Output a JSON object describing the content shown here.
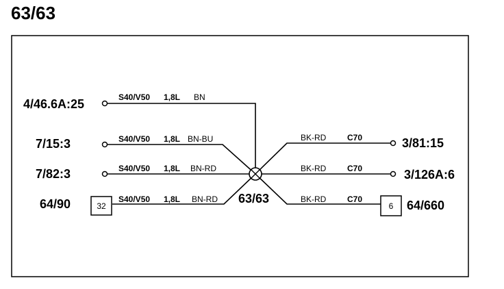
{
  "diagram_title": "63/63",
  "splice": {
    "label": "63/63"
  },
  "left_connections": [
    {
      "connector": "4/46.6A:25",
      "variant": "S40/V50",
      "engine": "1,8L",
      "color": "BN"
    },
    {
      "connector": "7/15:3",
      "variant": "S40/V50",
      "engine": "1,8L",
      "color": "BN-BU"
    },
    {
      "connector": "7/82:3",
      "variant": "S40/V50",
      "engine": "1,8L",
      "color": "BN-RD"
    },
    {
      "connector": "64/90",
      "pin": "32",
      "variant": "S40/V50",
      "engine": "1,8L",
      "color": "BN-RD"
    }
  ],
  "right_connections": [
    {
      "connector": "3/81:15",
      "color": "BK-RD",
      "code": "C70"
    },
    {
      "connector": "3/126A:6",
      "color": "BK-RD",
      "code": "C70"
    },
    {
      "connector": "64/660",
      "pin": "6",
      "color": "BK-RD",
      "code": "C70"
    }
  ]
}
